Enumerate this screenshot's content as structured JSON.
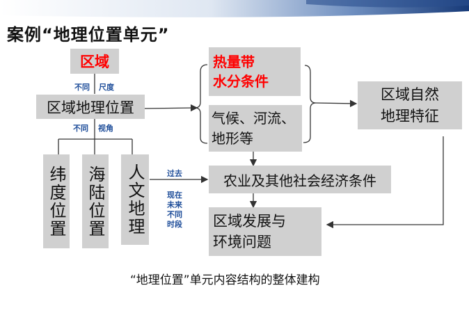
{
  "title": "案例“地理位置单元”",
  "region": "区域",
  "region_position": "区域地理位置",
  "scale_labels": [
    "不同",
    "尺度"
  ],
  "angle_labels": [
    "不同",
    "视角"
  ],
  "positions": [
    "纬度位置",
    "海陆位置",
    "人文地理"
  ],
  "heat_water": [
    "热量带",
    "水分条件"
  ],
  "climate": [
    "气候、河流、",
    "地形等"
  ],
  "natural_features": [
    "区域自然",
    "地理特征"
  ],
  "socio_economic": "农业及其他社会经济条件",
  "development": [
    "区域发展与",
    "环境问题"
  ],
  "past_label": "过去",
  "time_labels": [
    "现在",
    "未来",
    "不同",
    "时段"
  ],
  "caption": "“地理位置”单元内容结构的整体建构",
  "colors": {
    "highlight": "#ff0000",
    "label_blue": "#1f4e9a",
    "box_gray": "#d0d0d0"
  }
}
